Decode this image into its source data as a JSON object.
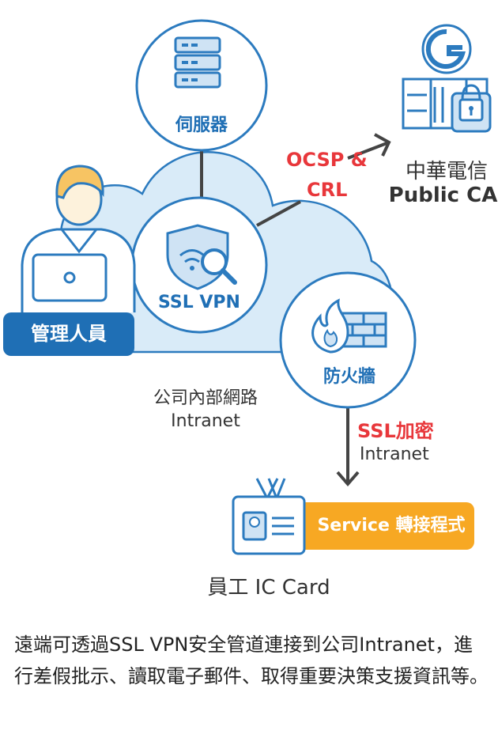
{
  "nodes": {
    "server": {
      "label": "伺服器",
      "icon": "server-rack-icon"
    },
    "ssl_vpn": {
      "label": "SSL VPN",
      "icon": "shield-wifi-search-icon"
    },
    "firewall": {
      "label": "防火牆",
      "icon": "firewall-flame-icon"
    },
    "admin": {
      "label": "管理人員",
      "icon": "person-laptop-icon"
    },
    "ca": {
      "name": "中華電信",
      "sub": "Public CA",
      "icon": "chunghwa-building-lock-icon"
    },
    "card": {
      "label": "員工 IC Card",
      "icon": "id-card-icon"
    }
  },
  "network": {
    "line1": "公司內部網路",
    "line2": "Intranet"
  },
  "edges": {
    "ocsp_line1": "OCSP &",
    "ocsp_line2": "CRL",
    "ssl_line1": "SSL加密",
    "ssl_line2": "Intranet"
  },
  "service_badge": "Service 轉接程式",
  "caption": "遠端可透過SSL VPN安全管道連接到公司Intranet，進行差假批示、讀取電子郵件、取得重要決策支援資訊等。",
  "colors": {
    "blue": "#1f6fb5",
    "light_blue": "#d4e8f7",
    "red": "#e8373b",
    "orange": "#f7a823"
  }
}
